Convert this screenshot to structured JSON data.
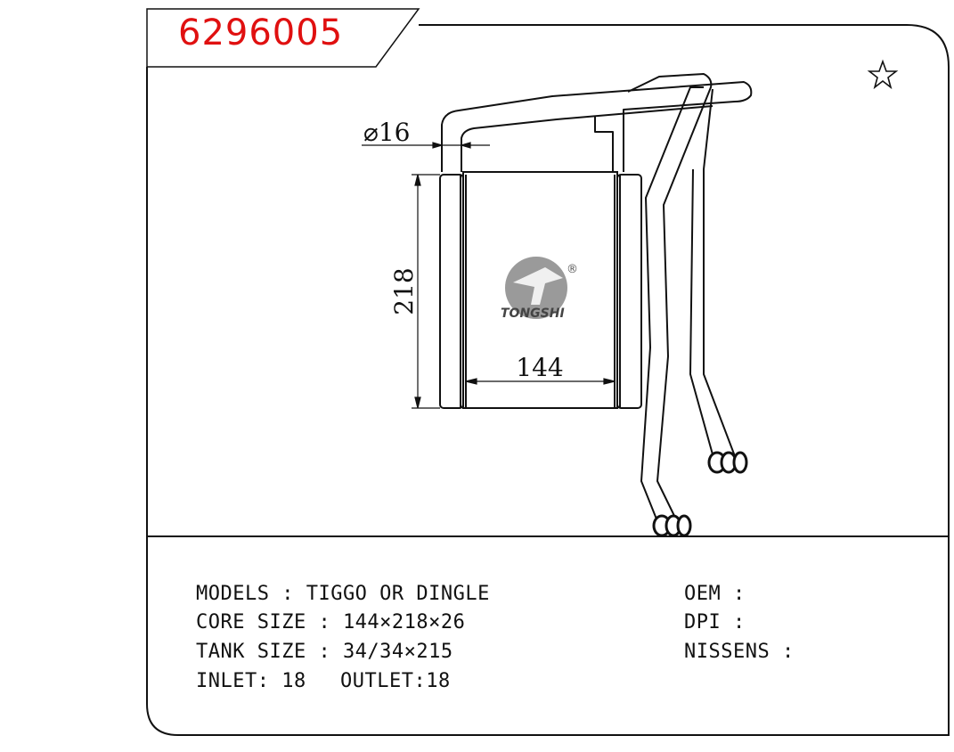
{
  "part_number": "6296005",
  "dimensions": {
    "pipe_diameter": "⌀16",
    "core_height": "218",
    "core_width": "144"
  },
  "brand": {
    "name": "TONGSHI",
    "registered_mark": "®"
  },
  "specs": {
    "models": "MODELS : TIGGO OR DINGLE",
    "core_size": "CORE SIZE : 144×218×26",
    "tank_size": "TANK SIZE : 34/34×215",
    "inlet": "INLET: 18",
    "outlet": "OUTLET:18",
    "oem": "OEM :",
    "dpi": "DPI :",
    "nissens": "NISSENS :"
  },
  "icons": {
    "favorite": "star-outline-icon"
  }
}
